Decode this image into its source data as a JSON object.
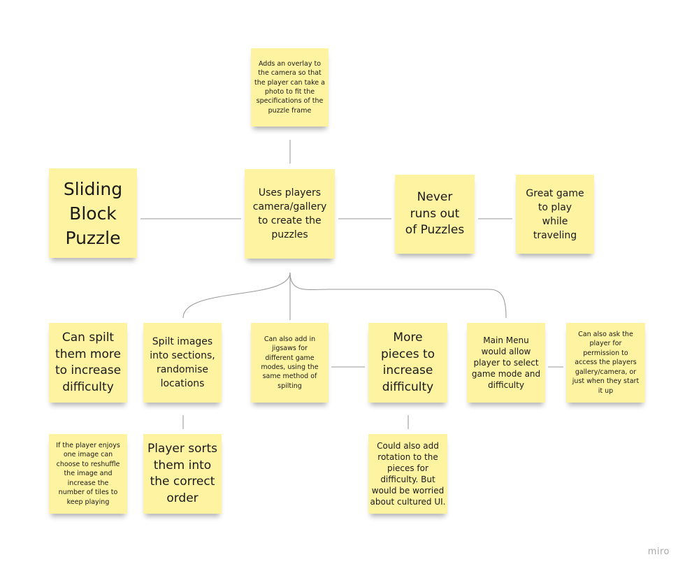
{
  "notes": {
    "overlay": "Adds an overlay to\nthe camera so that\nthe player can take a\nphoto to fit the\nspecifications of the\npuzzle frame",
    "title": "Sliding\nBlock\nPuzzle",
    "camera": "Uses players\ncamera/gallery\nto create the\npuzzles",
    "never": "Never\nruns out\nof Puzzles",
    "travel": "Great game\nto play\nwhile\ntraveling",
    "can_split": "Can spilt\nthem more\nto increase\ndifficulty",
    "split_images": "Spilt images\ninto sections,\nrandomise\nlocations",
    "jigsaws": "Can also add in\njigsaws for\ndifferent game\nmodes, using the\nsame method of\nspilting",
    "more_pieces": "More\npieces to\nincrease\ndifficulty",
    "main_menu": "Main Menu\nwould allow\nplayer to select\ngame mode and\ndifficulty",
    "permission": "Can also ask the\nplayer for\npermission to\naccess the players\ngallery/camera, or\njust when they start\nit up",
    "reshuffle": "If the player enjoys\none image can\nchoose to reshuffle\nthe image and\nincrease the\nnumber of tiles to\nkeep playing",
    "player_sorts": "Player sorts\nthem into\nthe correct\norder",
    "rotation": "Could also add\nrotation to the\npieces for\ndifficulty. But\nwould be worried\nabout cultured UI."
  },
  "watermark": "miro",
  "colors": {
    "sticky": "#fdf3a1",
    "connector": "#9a9a9a"
  }
}
